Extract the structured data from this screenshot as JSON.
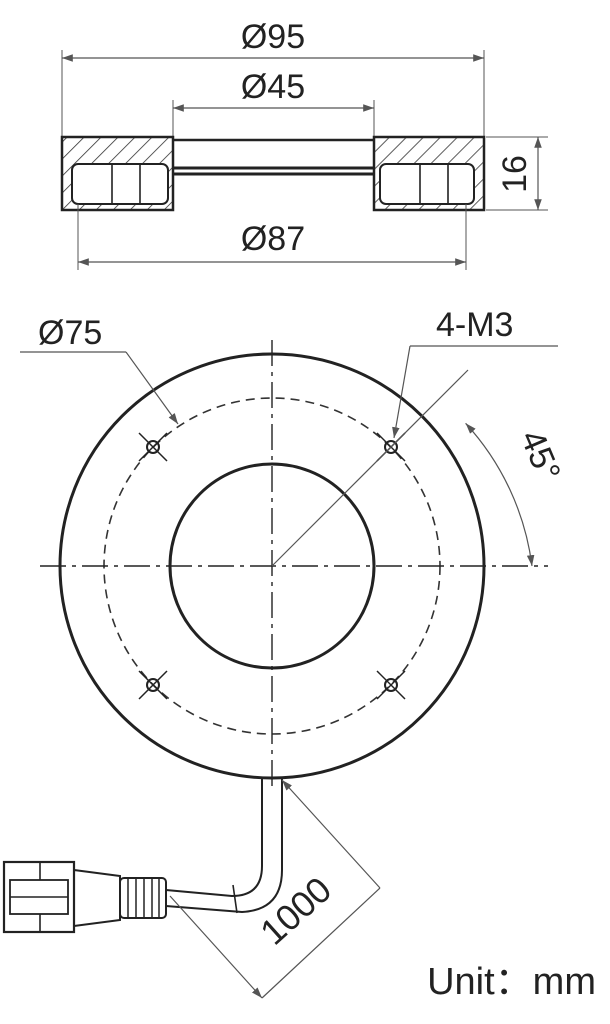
{
  "section_view": {
    "outer_diameter_label": "Ø95",
    "inner_diameter_label": "Ø45",
    "mount_diameter_label": "Ø87",
    "height_label": "16"
  },
  "front_view": {
    "bolt_circle_label": "Ø75",
    "holes_label": "4-M3",
    "angle_label": "45°"
  },
  "cable": {
    "length_label": "1000"
  },
  "unit_label": "Unit：mm",
  "colors": {
    "line": "#222222",
    "dim": "#555555",
    "hatch": "#333333",
    "background": "#ffffff"
  }
}
